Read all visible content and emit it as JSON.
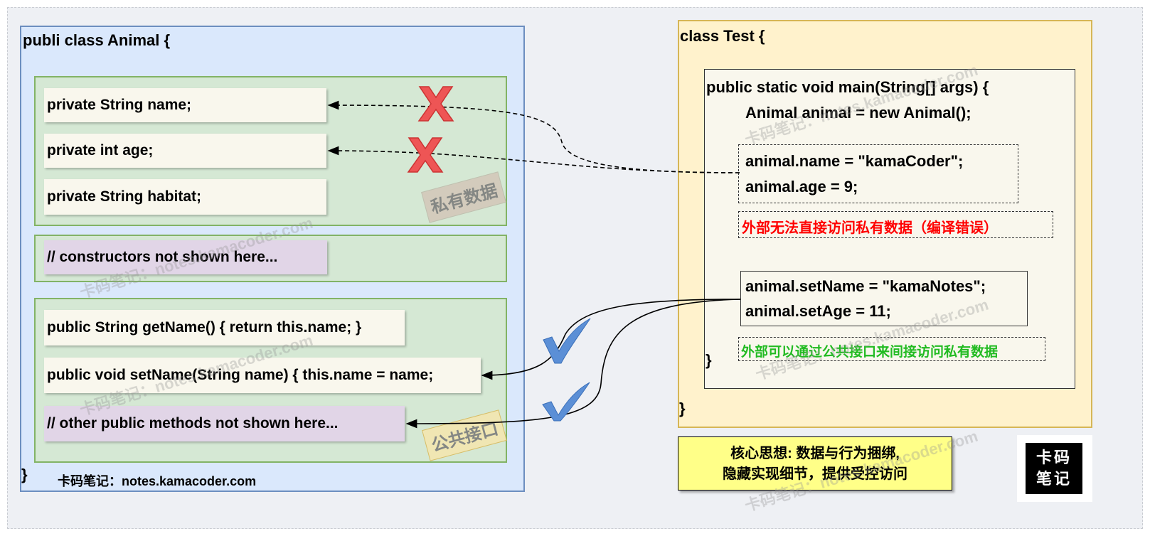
{
  "animal_class": {
    "header": "publi class Animal {",
    "private_fields": [
      "private String name;",
      "private int age;",
      "private String habitat;"
    ],
    "private_stamp": "私有数据",
    "constructors_comment": "// constructors not shown here...",
    "public_methods": [
      "public String getName() { return this.name; }",
      "public void setName(String name) { this.name = name;"
    ],
    "other_methods_comment": "// other public methods not shown here...",
    "public_stamp": "公共接口",
    "closing_brace": "}",
    "footer_note": "卡码笔记：notes.kamacoder.com"
  },
  "test_class": {
    "header": "class Test {",
    "main_signature": "public static void main(String[] args) {",
    "instantiation": "Animal animal = new Animal();",
    "direct_access": [
      "animal.name = \"kamaCoder\";",
      "animal.age = 9;"
    ],
    "error_note": "外部无法直接访问私有数据（编译错误）",
    "setter_calls": [
      "animal.setName = \"kamaNotes\";",
      "animal.setAge = 11;"
    ],
    "success_note": "外部可以通过公共接口来间接访问私有数据",
    "main_closing": "}",
    "class_closing": "}"
  },
  "summary": [
    "核心思想: 数据与行为捆绑,",
    "隐藏实现细节，提供受控访问"
  ],
  "logo": [
    "卡码",
    "笔记"
  ],
  "watermark": "卡码笔记：notes.kamacoder.com",
  "colors": {
    "error": "#ff0000",
    "success": "#22bb22",
    "cross": "#ee5555",
    "check": "#5b8fd6"
  },
  "icons": [
    "cross-icon",
    "checkmark-icon"
  ]
}
